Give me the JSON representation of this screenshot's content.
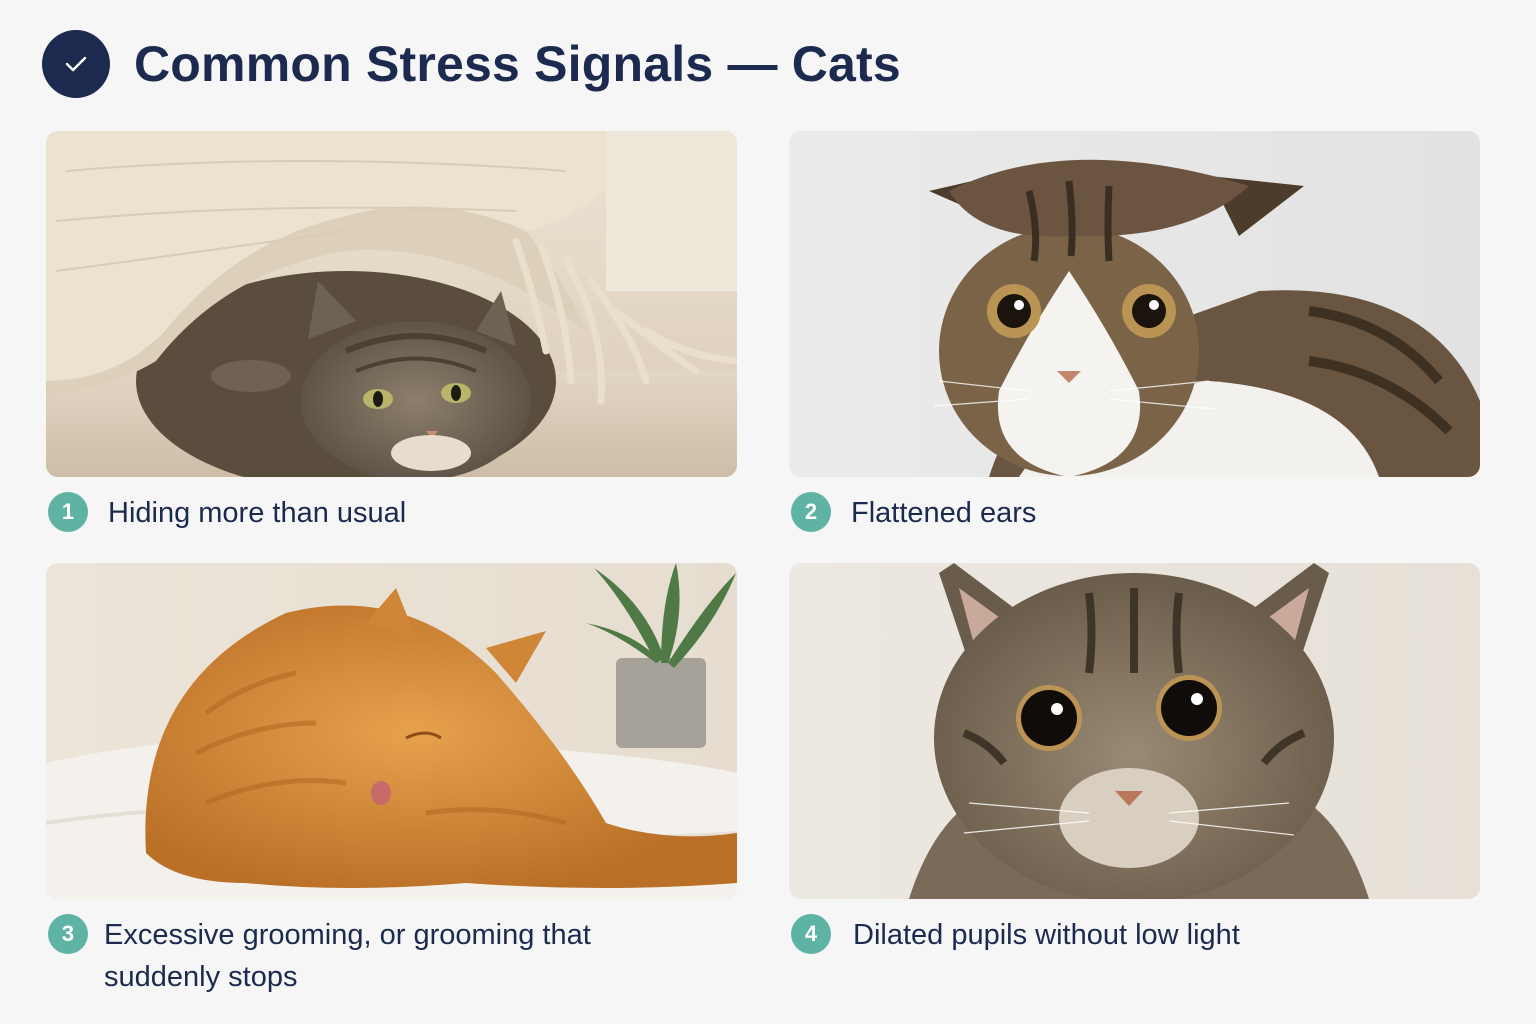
{
  "header": {
    "icon": "check-icon",
    "title": "Common Stress Signals — Cats"
  },
  "colors": {
    "navy": "#1b2a4e",
    "teal": "#5fb3a4",
    "background": "#f6f6f6"
  },
  "signals": [
    {
      "number": "1",
      "label": "Hiding more than usual",
      "photo": "tabby cat hiding under a knitted blanket"
    },
    {
      "number": "2",
      "label": "Flattened ears",
      "photo": "tabby and white cat with flattened ears"
    },
    {
      "number": "3",
      "label": "Excessive grooming, or grooming that suddenly stops",
      "photo": "orange cat grooming itself on a bed"
    },
    {
      "number": "4",
      "label": "Dilated pupils without low light",
      "photo": "tabby cat with dilated pupils"
    }
  ]
}
